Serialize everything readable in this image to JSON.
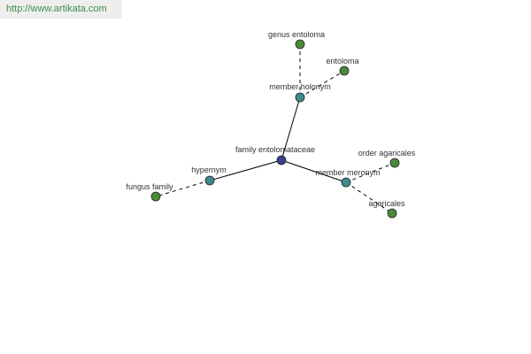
{
  "banner": {
    "url_text": "http://www.artikata.com"
  },
  "colors": {
    "center_node": "#3b3f8c",
    "relation_node": "#3f8a8a",
    "leaf_node": "#4a8a3a"
  },
  "graph": {
    "nodes": {
      "center": {
        "label": "family entolomataceae",
        "kind": "center"
      },
      "member_holonym": {
        "label": "member holonym",
        "kind": "relation"
      },
      "genus_entoloma": {
        "label": "genus entoloma",
        "kind": "leaf"
      },
      "entoloma": {
        "label": "entoloma",
        "kind": "leaf"
      },
      "hypernym": {
        "label": "hypernym",
        "kind": "relation"
      },
      "fungus_family": {
        "label": "fungus family",
        "kind": "leaf"
      },
      "member_meronym": {
        "label": "member meronym",
        "kind": "relation"
      },
      "order_agaricales": {
        "label": "order agaricales",
        "kind": "leaf"
      },
      "agaricales": {
        "label": "agaricales",
        "kind": "leaf"
      }
    },
    "edges": [
      {
        "from": "center",
        "to": "member_holonym",
        "style": "solid"
      },
      {
        "from": "center",
        "to": "hypernym",
        "style": "solid"
      },
      {
        "from": "center",
        "to": "member_meronym",
        "style": "solid"
      },
      {
        "from": "member_holonym",
        "to": "genus_entoloma",
        "style": "dashed"
      },
      {
        "from": "member_holonym",
        "to": "entoloma",
        "style": "dashed"
      },
      {
        "from": "hypernym",
        "to": "fungus_family",
        "style": "dashed"
      },
      {
        "from": "member_meronym",
        "to": "order_agaricales",
        "style": "dashed"
      },
      {
        "from": "member_meronym",
        "to": "agaricales",
        "style": "dashed"
      }
    ]
  }
}
